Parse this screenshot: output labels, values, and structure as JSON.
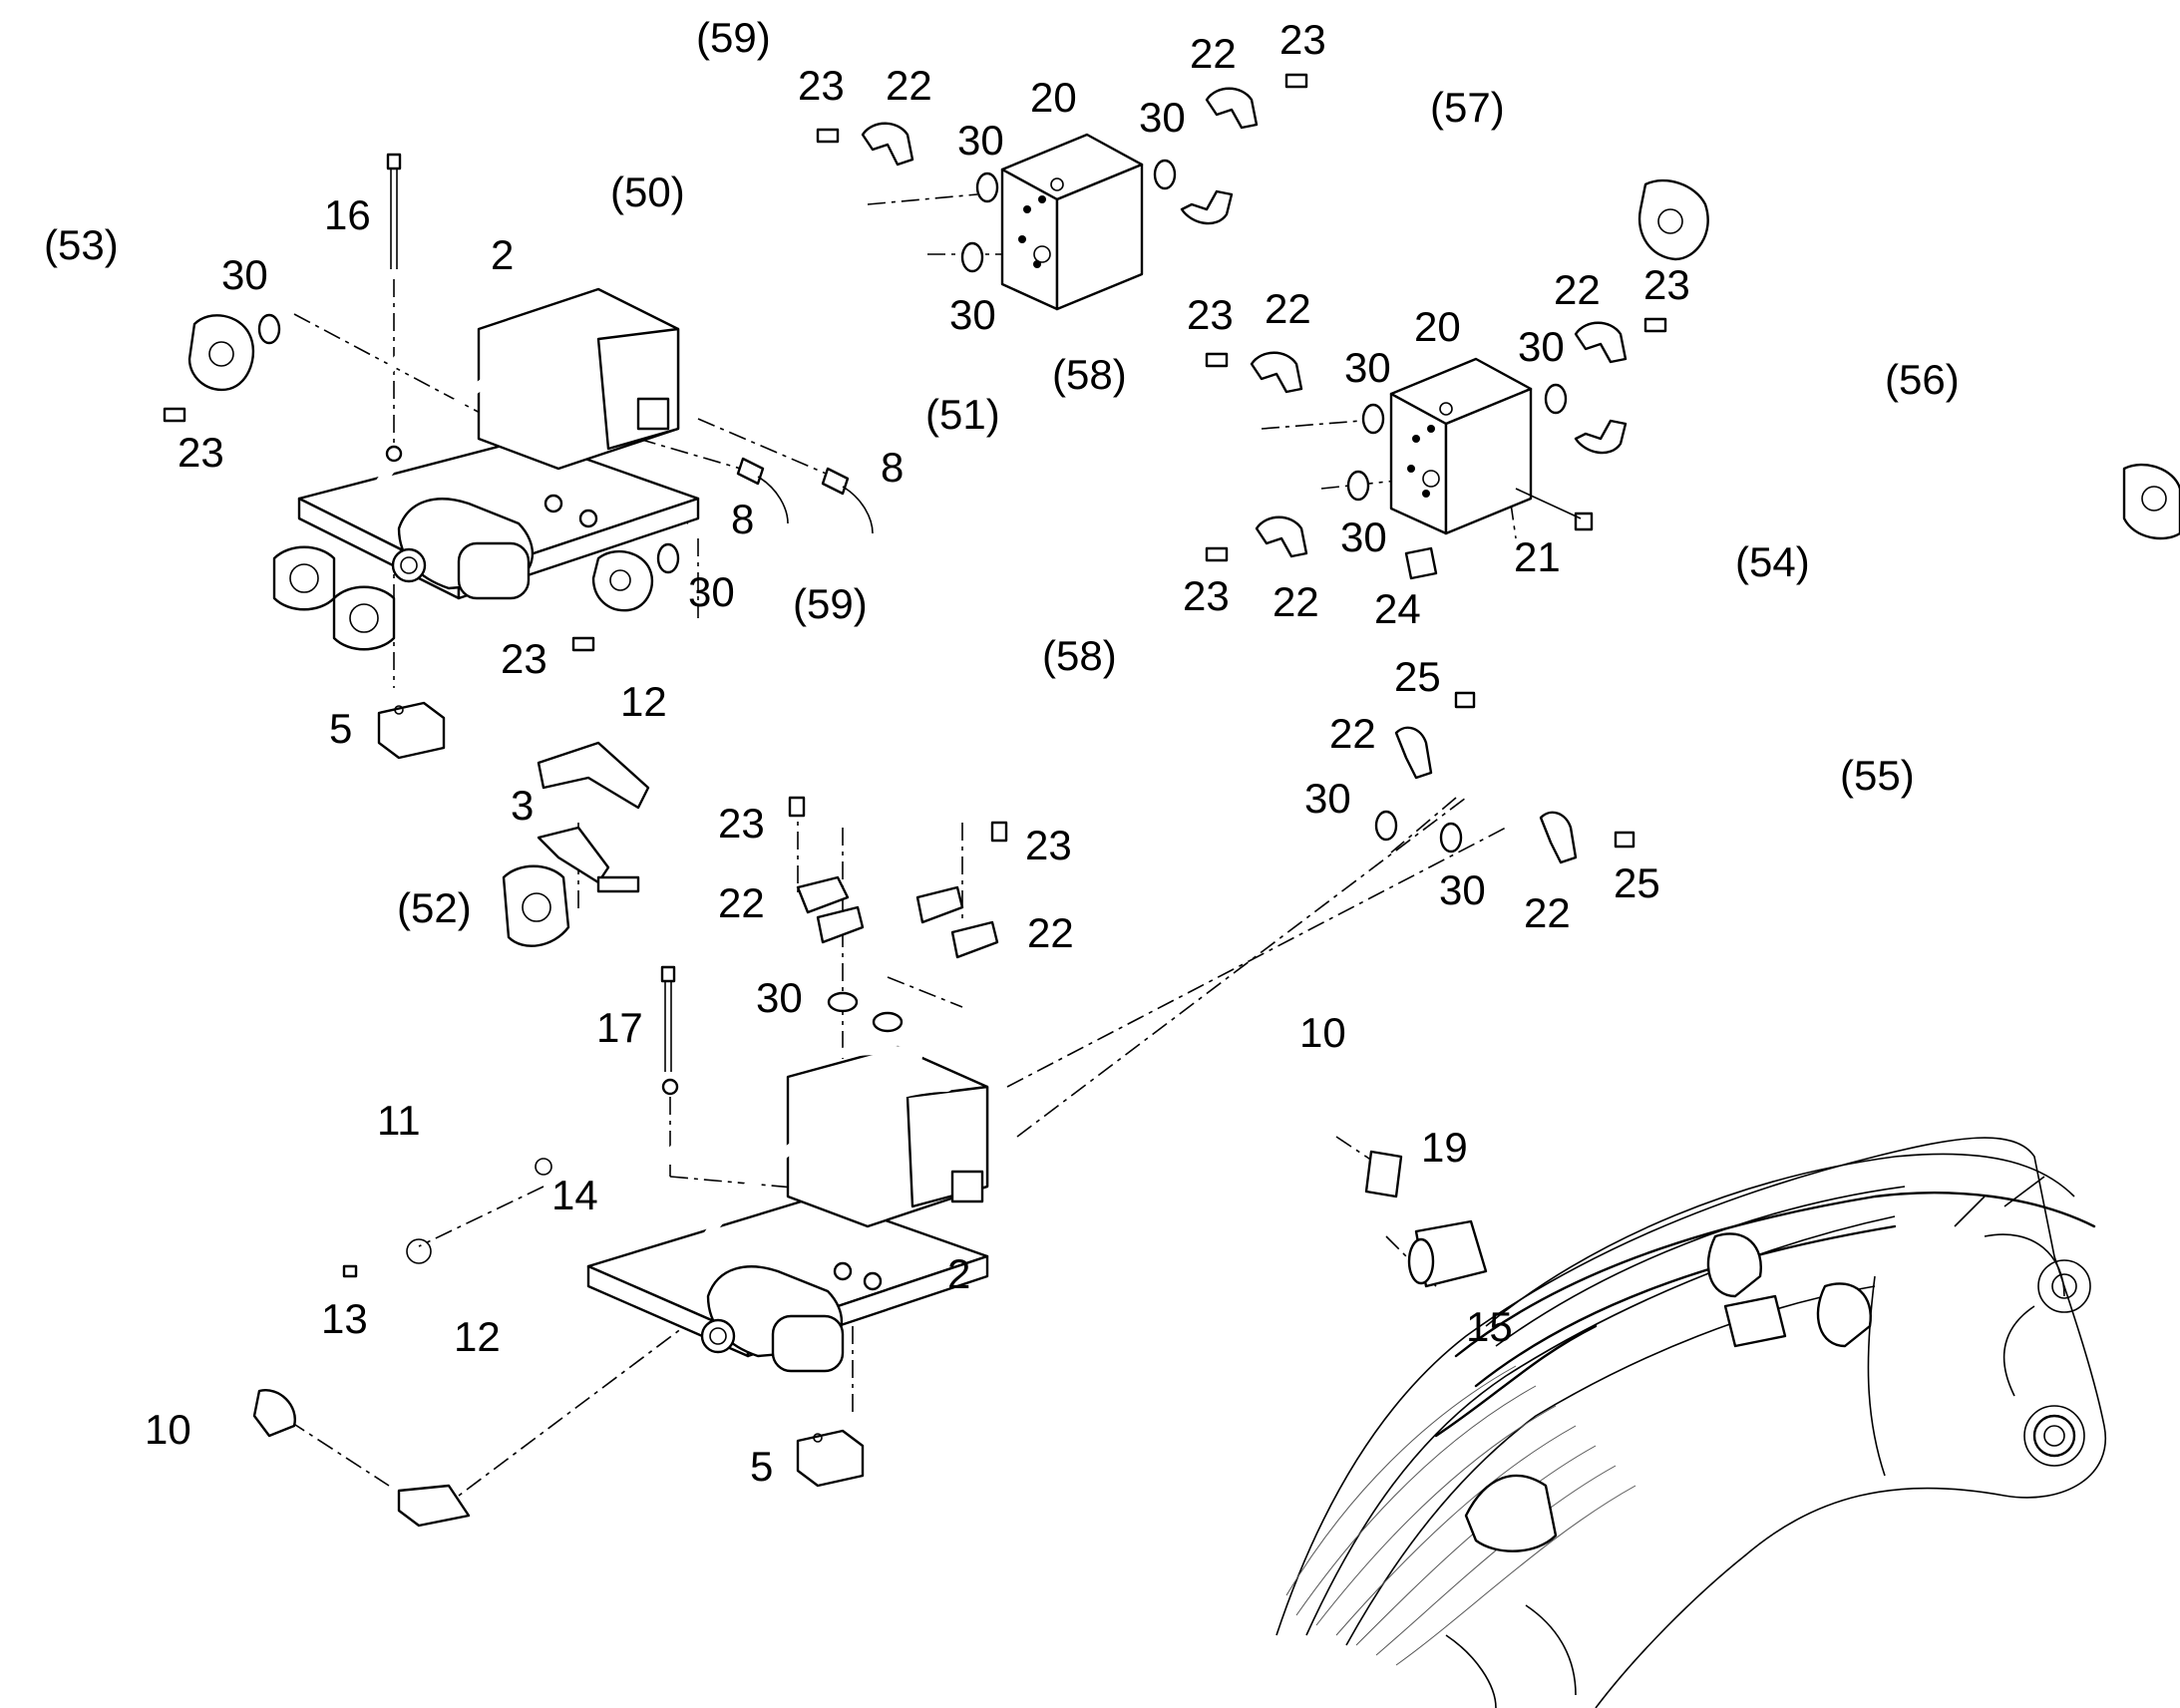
{
  "labels": {
    "l59a": "(59)",
    "l23a": "23",
    "l22a": "22",
    "l20a": "20",
    "l30a": "30",
    "l30b": "30",
    "l22b": "22",
    "l23b": "23",
    "l57": "(57)",
    "l50": "(50)",
    "l53": "(53)",
    "l16": "16",
    "l2a": "2",
    "l30c": "30",
    "l30d": "30",
    "l23c": "23",
    "l22c": "22",
    "l20b": "20",
    "l22d": "22",
    "l23d": "23",
    "l30e": "30",
    "l30f": "30",
    "l56": "(56)",
    "l58a": "(58)",
    "l51": "(51)",
    "l23e": "23",
    "l8a": "8",
    "l8b": "8",
    "l30g": "30",
    "l23f": "23",
    "l22e": "22",
    "l21": "21",
    "l24": "24",
    "l54": "(54)",
    "l59b": "(59)",
    "l58b": "(58)",
    "l23g": "23",
    "l30h": "30",
    "l12a": "12",
    "l5a": "5",
    "l3": "3",
    "l52": "(52)",
    "l25a": "25",
    "l22f": "22",
    "l30i": "30",
    "l55": "(55)",
    "l30j": "30",
    "l22g": "22",
    "l25b": "25",
    "l23h": "23",
    "l22h": "22",
    "l23i": "23",
    "l22i": "22",
    "l30k": "30",
    "l17": "17",
    "l10a": "10",
    "l11": "11",
    "l19": "19",
    "l14": "14",
    "l13": "13",
    "l12b": "12",
    "l2b": "2",
    "l15": "15",
    "l10b": "10",
    "l5b": "5"
  },
  "icons": [
    "bolt-icon",
    "o-ring-icon",
    "clamp-icon",
    "block-icon",
    "valve-icon",
    "flange-icon",
    "fitting-icon"
  ]
}
